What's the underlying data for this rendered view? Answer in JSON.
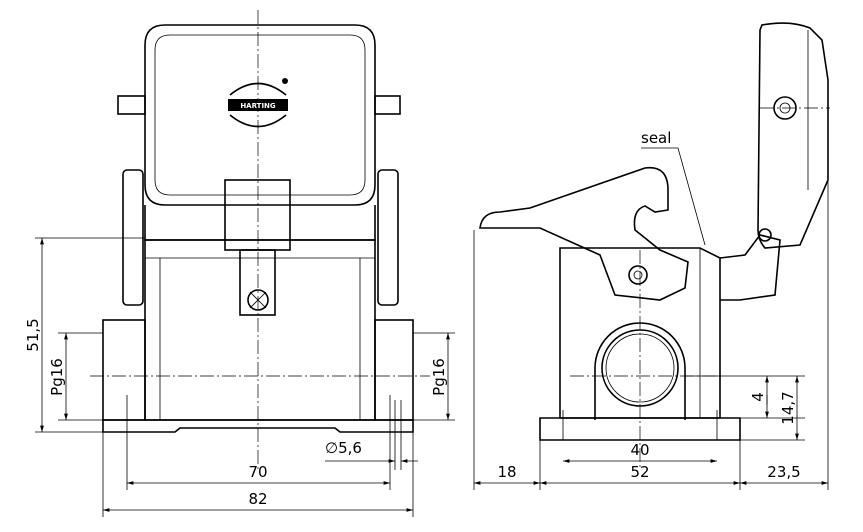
{
  "drawing": {
    "front_view": {
      "height_dim": "51,5",
      "entry_left": "Pg16",
      "entry_right": "Pg16",
      "hole_dim": "∅5,6",
      "hole_spacing": "70",
      "base_width": "82",
      "logo_text": "HARTING"
    },
    "side_view": {
      "seal_label": "seal",
      "offset_dim": "4",
      "entry_height_dim": "14,7",
      "hole_spacing": "40",
      "base_width": "52",
      "lever_overhang": "18",
      "hood_overhang": "23,5"
    }
  }
}
